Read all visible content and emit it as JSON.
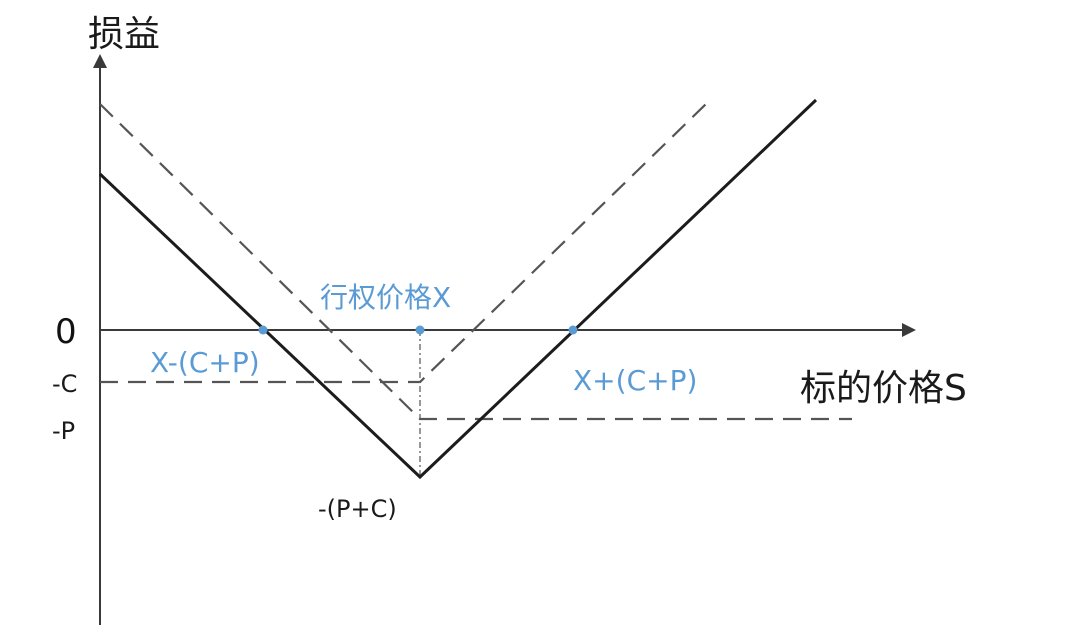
{
  "colors": {
    "axis": "#3a3a3a",
    "solid_line": "#1c1c1c",
    "dashed_line": "#555555",
    "accent": "#5b9bd5"
  },
  "labels": {
    "y_axis_title": "损益",
    "x_axis_title": "标的价格S",
    "zero": "0",
    "neg_c": "-C",
    "neg_p": "-P",
    "strike": "行权价格X",
    "lower_breakeven": "X-(C+P)",
    "upper_breakeven": "X+(C+P)",
    "minimum": "-(P+C)"
  }
}
